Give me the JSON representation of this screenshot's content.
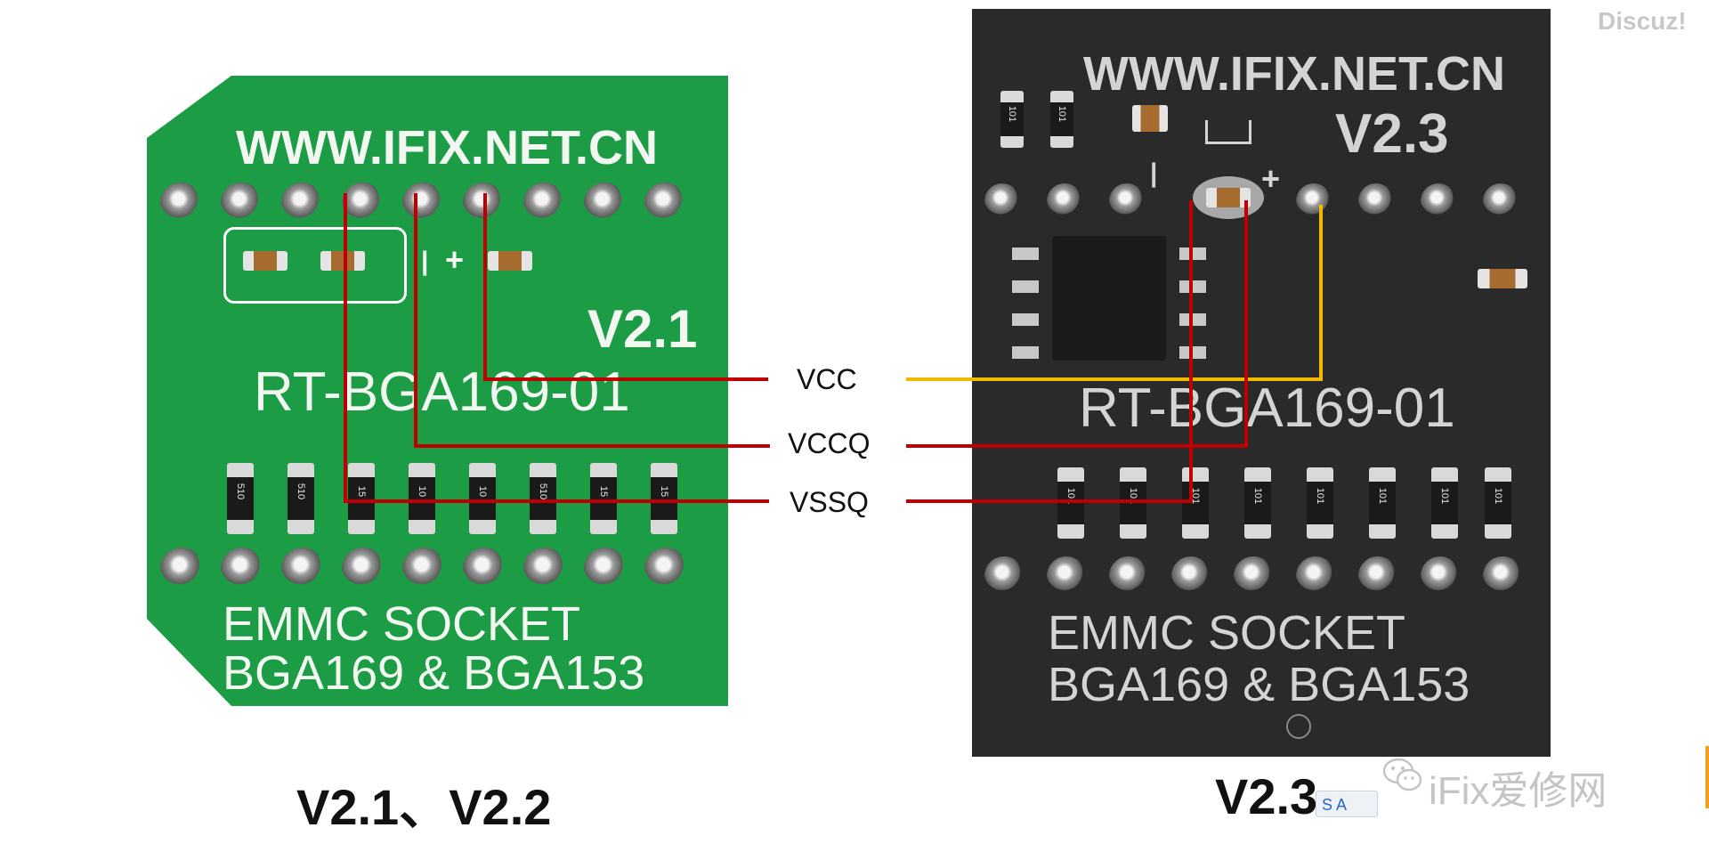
{
  "left_board": {
    "url": "WWW.IFIX.NET.CN",
    "version": "V2.1",
    "model": "RT-BGA169-01",
    "socket_line1": "EMMC SOCKET",
    "socket_line2": "BGA169 & BGA153",
    "polarity_minus": "|",
    "polarity_plus": "+",
    "resistor_labels": [
      "510",
      "510",
      "15",
      "10",
      "10",
      "510",
      "15",
      "15"
    ],
    "color": "#1c9c45"
  },
  "right_board": {
    "url": "WWW.IFIX.NET.CN",
    "version": "V2.3",
    "model": "RT-BGA169-01",
    "socket_line1": "EMMC SOCKET",
    "socket_line2": "BGA169 & BGA153",
    "polarity_minus": "|",
    "polarity_plus": "+",
    "resistor_labels": [
      "101",
      "101",
      "101",
      "101",
      "101",
      "101",
      "101",
      "101"
    ],
    "top_resistor_labels": [
      "101",
      "101"
    ],
    "color": "#2a2a2b"
  },
  "net_labels": {
    "vcc": "VCC",
    "vccq": "VCCQ",
    "vssq": "VSSQ"
  },
  "captions": {
    "left": "V2.1、V2.2",
    "right": "V2.3"
  },
  "watermarks": {
    "top_right": "Discuz!",
    "bottom_right": "iFix爱修网",
    "toolbar": "S A"
  },
  "colors": {
    "trace_red": "#c00000",
    "trace_yellow": "#f2b800",
    "highlight_box": "#ffffff"
  }
}
